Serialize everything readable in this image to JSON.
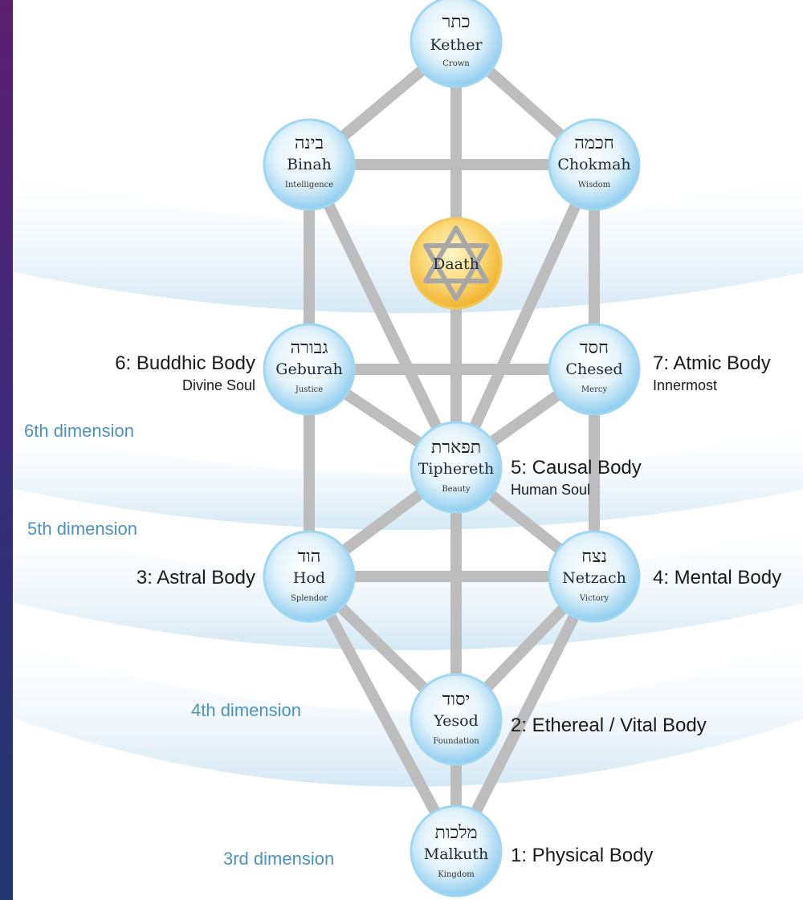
{
  "sephirot": {
    "kether": {
      "hebrew": "כתר",
      "name": "Kether",
      "meaning": "Crown"
    },
    "binah": {
      "hebrew": "בינה",
      "name": "Binah",
      "meaning": "Intelligence"
    },
    "chokmah": {
      "hebrew": "חכמה",
      "name": "Chokmah",
      "meaning": "Wisdom"
    },
    "daath": {
      "name": "Daath"
    },
    "geburah": {
      "hebrew": "גבורה",
      "name": "Geburah",
      "meaning": "Justice"
    },
    "chesed": {
      "hebrew": "חסד",
      "name": "Chesed",
      "meaning": "Mercy"
    },
    "tiphereth": {
      "hebrew": "תפארת",
      "name": "Tiphereth",
      "meaning": "Beauty"
    },
    "hod": {
      "hebrew": "הוד",
      "name": "Hod",
      "meaning": "Splendor"
    },
    "netzach": {
      "hebrew": "נצח",
      "name": "Netzach",
      "meaning": "Victory"
    },
    "yesod": {
      "hebrew": "יסוד",
      "name": "Yesod",
      "meaning": "Foundation"
    },
    "malkuth": {
      "hebrew": "מלכות",
      "name": "Malkuth",
      "meaning": "Kingdom"
    }
  },
  "bodies": {
    "buddhic": {
      "label": "6: Buddhic Body",
      "sub": "Divine Soul"
    },
    "atmic": {
      "label": "7: Atmic Body",
      "sub": "Innermost"
    },
    "causal": {
      "label": "5: Causal Body",
      "sub": "Human Soul"
    },
    "astral": {
      "label": "3: Astral Body"
    },
    "mental": {
      "label": "4: Mental Body"
    },
    "ethereal": {
      "label": "2: Ethereal / Vital Body"
    },
    "physical": {
      "label": "1: Physical Body"
    }
  },
  "dimensions": {
    "d6": "6th dimension",
    "d5": "5th dimension",
    "d4": "4th dimension",
    "d3": "3rd dimension"
  },
  "colors": {
    "node_fill": "#bfe4f7",
    "node_stroke": "#9fd6f2",
    "daath_fill": "#f6c445",
    "path": "#bdbdbd",
    "band": "#d6ebf6",
    "dimension_text": "#4a93c0",
    "background": "#3b2a7a"
  }
}
